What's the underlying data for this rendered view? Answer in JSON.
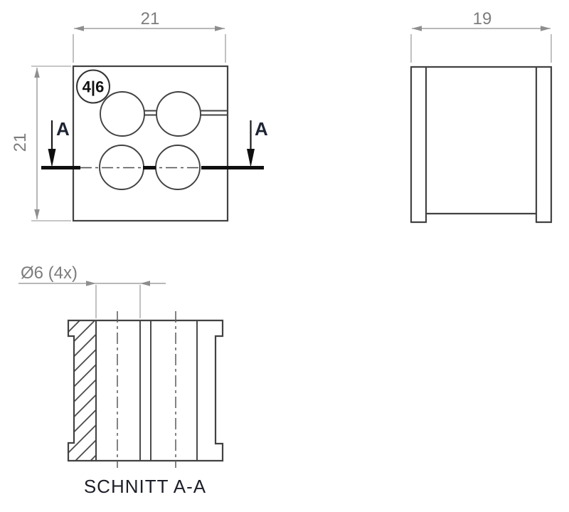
{
  "views": {
    "front": {
      "width_label": "21",
      "height_label": "21",
      "balloon_label": "4|6",
      "section_arrow_left_label": "A",
      "section_arrow_right_label": "A"
    },
    "side": {
      "width_label": "19"
    },
    "section": {
      "diameter_label": "Ø6 (4x)",
      "caption": "SCHNITT A-A"
    }
  },
  "colors": {
    "outline": "#424242",
    "dimension": "#8e8e8e",
    "dimension_text": "#7d7d7d",
    "section": "#0f0f0f",
    "label": "#1e2433"
  }
}
